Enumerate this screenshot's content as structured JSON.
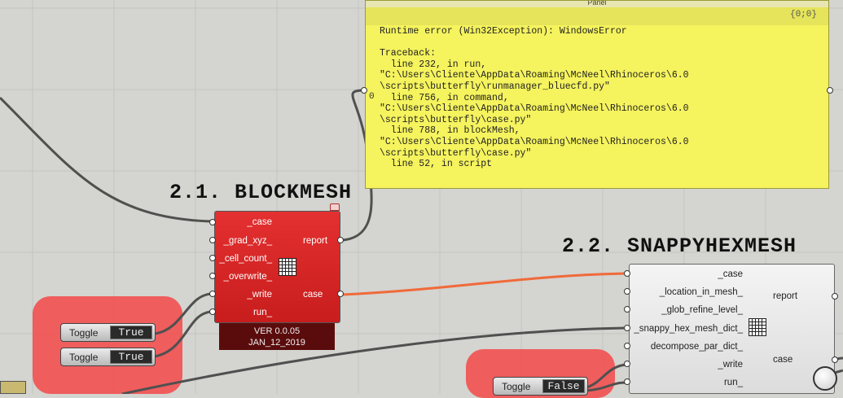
{
  "panel": {
    "title": "Panel",
    "index": "{0;0}",
    "row_index": "0",
    "text": "Runtime error (Win32Exception): WindowsError\n\nTraceback:\n  line 232, in run,\n\"C:\\Users\\Cliente\\AppData\\Roaming\\McNeel\\Rhinoceros\\6.0\n\\scripts\\butterfly\\runmanager_bluecfd.py\"\n  line 756, in command,\n\"C:\\Users\\Cliente\\AppData\\Roaming\\McNeel\\Rhinoceros\\6.0\n\\scripts\\butterfly\\case.py\"\n  line 788, in blockMesh,\n\"C:\\Users\\Cliente\\AppData\\Roaming\\McNeel\\Rhinoceros\\6.0\n\\scripts\\butterfly\\case.py\"\n  line 52, in script"
  },
  "blockmesh": {
    "title": "2.1. BLOCKMESH",
    "inputs": [
      "_case",
      "_grad_xyz_",
      "_cell_count_",
      "_overwrite_",
      "_write",
      "run_"
    ],
    "outputs": [
      "report",
      "case"
    ],
    "version": "VER 0.0.05",
    "date": "JAN_12_2019",
    "color": "#d42020"
  },
  "snappy": {
    "title": "2.2. SNAPPYHEXMESH",
    "inputs": [
      "_case",
      "_location_in_mesh_",
      "_glob_refine_level_",
      "_snappy_hex_mesh_dict_",
      "decompose_par_dict_",
      "_write",
      "run_"
    ],
    "outputs": [
      "report",
      "case"
    ]
  },
  "toggles": [
    {
      "label": "Toggle",
      "value": "True"
    },
    {
      "label": "Toggle",
      "value": "True"
    },
    {
      "label": "Toggle",
      "value": "False"
    }
  ],
  "colors": {
    "canvas": "#d4d4d0",
    "group": "#f05656",
    "panel": "#f5f35e",
    "wire": "#505050",
    "wire_active": "#f06a3a"
  }
}
